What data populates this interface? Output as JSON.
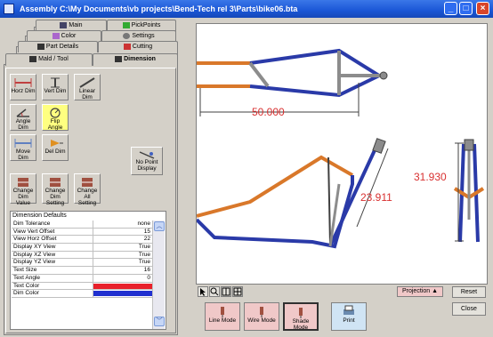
{
  "window": {
    "title": "Assembly  C:\\My Documents\\vb projects\\Bend-Tech rel 3\\Parts\\bike06.bta"
  },
  "tabs": {
    "row1": [
      "Main",
      "PickPoints"
    ],
    "row2": [
      "Color",
      "Settings"
    ],
    "row3": [
      "Part Details",
      "Cutting"
    ],
    "row4": [
      "Mald / Tool",
      "Dimension"
    ]
  },
  "tools": [
    {
      "id": "horz",
      "label": "Horz Dim"
    },
    {
      "id": "vert",
      "label": "Vert Dim"
    },
    {
      "id": "linear",
      "label": "Linear Dim"
    },
    {
      "id": "angle",
      "label": "Angle Dim"
    },
    {
      "id": "flip",
      "label": "Flip Angle"
    },
    {
      "id": "move",
      "label": "Move Dim"
    },
    {
      "id": "del",
      "label": "Del Dim"
    },
    {
      "id": "nopoint",
      "label": "No Point Display"
    },
    {
      "id": "changeval",
      "label": "Change Dim Value"
    },
    {
      "id": "changeset",
      "label": "Change Dim Setting"
    },
    {
      "id": "changeall",
      "label": "Change All Setting"
    }
  ],
  "defaults": {
    "header": "Dimension Defaults",
    "rows": [
      {
        "key": "Dim Tolerance",
        "value": "none"
      },
      {
        "key": "View Vert Offset",
        "value": "15"
      },
      {
        "key": "View Horz Offset",
        "value": "22"
      },
      {
        "key": "Display XY View",
        "value": "True"
      },
      {
        "key": "Display XZ View",
        "value": "True"
      },
      {
        "key": "Display YZ View",
        "value": "True"
      },
      {
        "key": "Text Size",
        "value": "16"
      },
      {
        "key": "Text Angle",
        "value": "0"
      },
      {
        "key": "Text Color",
        "value": ""
      },
      {
        "key": "Dim Color",
        "value": ""
      }
    ],
    "text_color_swatch": "#e8202a",
    "dim_color_swatch": "#2030d0"
  },
  "canvas": {
    "dims": {
      "horizontal": "50.000",
      "angled": "23.911",
      "vertical": "31.930"
    },
    "colors": {
      "blue": "#2a3aa8",
      "orange": "#d9782a",
      "gray": "#8c8c8c",
      "dim_red": "#d83030",
      "dim_black": "#404040"
    }
  },
  "bottom": {
    "projection_label": "Projection",
    "reset_label": "Reset",
    "close_label": "Close",
    "modes": [
      "Line Mode",
      "Wire Mode",
      "Shade Mode"
    ],
    "print_label": "Print"
  }
}
